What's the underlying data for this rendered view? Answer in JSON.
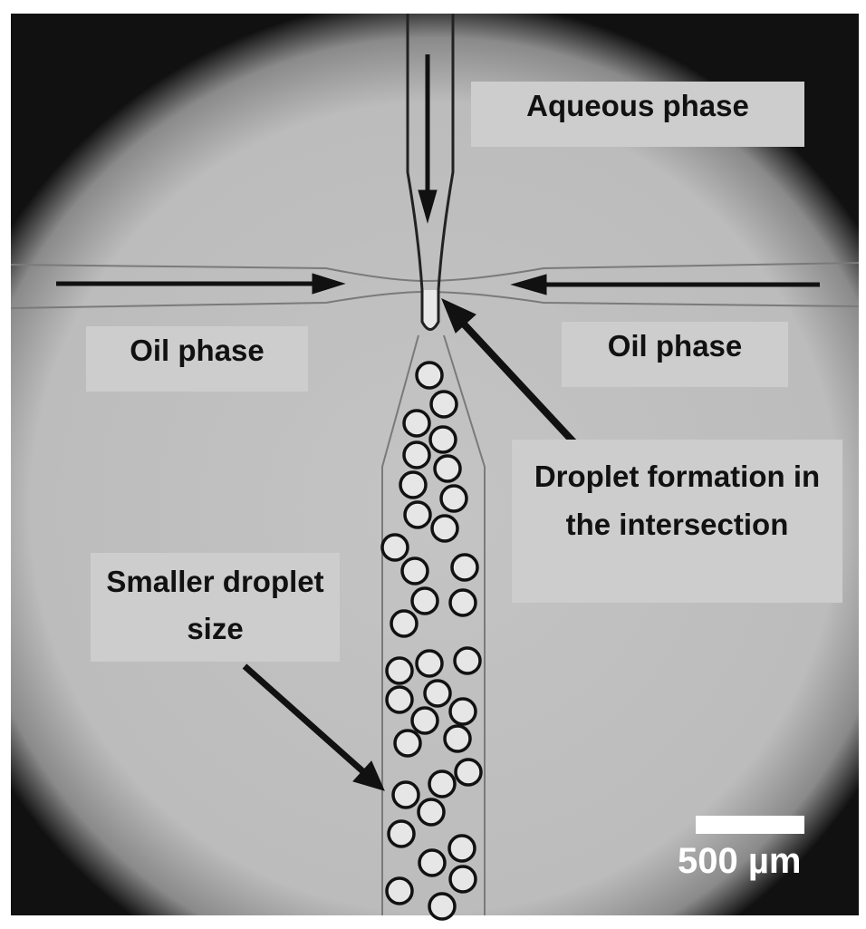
{
  "labels": {
    "aqueous": "Aqueous phase",
    "oil_left": "Oil phase",
    "oil_right": "Oil phase",
    "droplet_formation": "Droplet formation in the intersection",
    "smaller_droplet": "Smaller droplet size"
  },
  "scale_bar": {
    "text": "500 µm"
  },
  "colors": {
    "background": "#bdbdbd",
    "label_bg": "#cdcdcd",
    "vignette": "#0a0a0a"
  }
}
